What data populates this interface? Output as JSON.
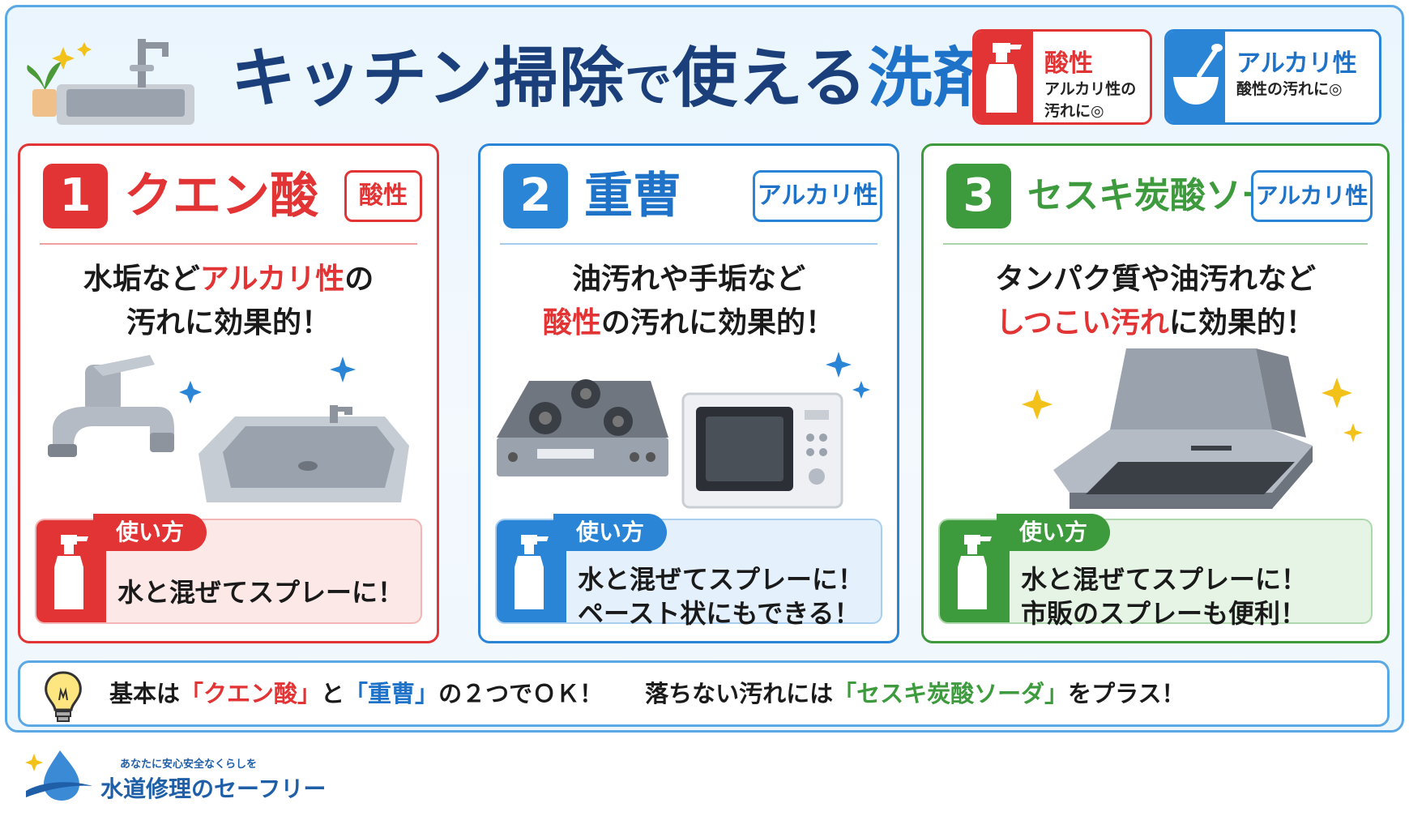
{
  "header": {
    "title_part1": "キッチン掃除",
    "title_part2": "で",
    "title_part3": "使える",
    "title_part4": "洗剤"
  },
  "legend": {
    "acid": {
      "title": "酸性",
      "desc_line1": "アルカリ性の",
      "desc_line2": "汚れに◎"
    },
    "alkali": {
      "title": "アルカリ性",
      "desc_line1": "酸性の汚れに◎"
    }
  },
  "cards": [
    {
      "number": "1",
      "name": "クエン酸",
      "tag": "酸性",
      "desc_pre": "水垢など",
      "desc_hl": "アルカリ性",
      "desc_post": "の",
      "desc_line2": "汚れに効果的！",
      "usage_label": "使い方",
      "usage_line1": "水と混ぜてスプレーに！",
      "usage_line2": ""
    },
    {
      "number": "2",
      "name": "重曹",
      "tag": "アルカリ性",
      "desc_line1": "油汚れや手垢など",
      "desc_hl": "酸性",
      "desc_post": "の汚れに効果的！",
      "usage_label": "使い方",
      "usage_line1": "水と混ぜてスプレーに！",
      "usage_line2": "ペースト状にもできる！"
    },
    {
      "number": "3",
      "name": "セスキ炭酸ソーダ",
      "tag": "アルカリ性",
      "desc_line1": "タンパク質や油汚れなど",
      "desc_hl": "しつこい汚れ",
      "desc_post": "に効果的！",
      "usage_label": "使い方",
      "usage_line1": "水と混ぜてスプレーに！",
      "usage_line2": "市販のスプレーも便利！"
    }
  ],
  "tip": {
    "p1": "基本は",
    "q1": "「クエン酸」",
    "p2": "と",
    "q2": "「重曹」",
    "p3": "の２つでＯＫ！",
    "p4": "落ちない汚れには",
    "q3": "「セスキ炭酸ソーダ」",
    "p5": "をプラス！"
  },
  "footer": {
    "tagline": "あなたに安心安全なくらしを",
    "brand": "水道修理のセーフリー"
  },
  "colors": {
    "acid": "#e23434",
    "alkali": "#2a85d6",
    "sesqui": "#3d9a3d",
    "title": "#1a3f7a"
  }
}
